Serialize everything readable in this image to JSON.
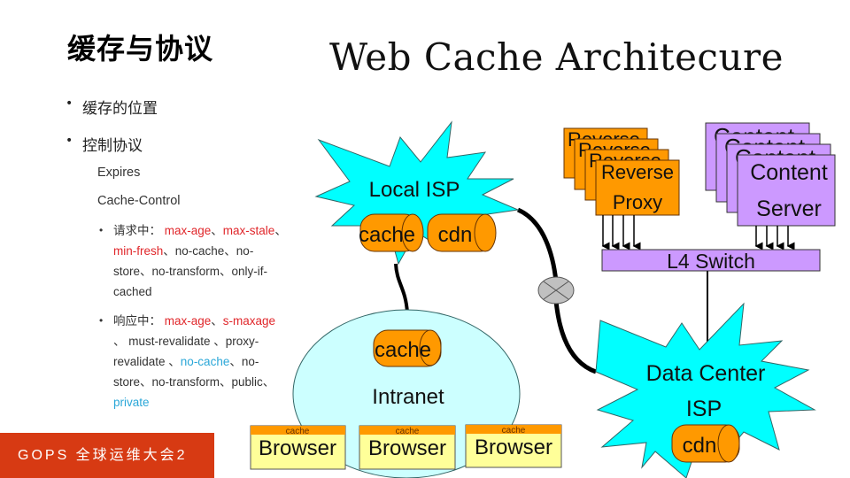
{
  "slide": {
    "title": "缓存与协议",
    "diagram_title": "Web Cache Architecure",
    "bullets": [
      {
        "label": "缓存的位置"
      },
      {
        "label": "控制协议"
      }
    ],
    "sub_items": [
      "Expires",
      "Cache-Control"
    ],
    "request": {
      "prefix": "请求中：",
      "parts": [
        {
          "text": "max-age",
          "color": "red"
        },
        {
          "text": "、",
          "color": "default"
        },
        {
          "text": "max-stale",
          "color": "red"
        },
        {
          "text": "、",
          "color": "default"
        },
        {
          "text": "min-fresh",
          "color": "red"
        },
        {
          "text": "、no-cache、no-store、no-transform、only-if-cached",
          "color": "default"
        }
      ]
    },
    "response": {
      "prefix": "响应中：",
      "parts": [
        {
          "text": "max-age",
          "color": "red"
        },
        {
          "text": "、",
          "color": "default"
        },
        {
          "text": "s-maxage",
          "color": "red"
        },
        {
          "text": " 、 must-revalidate 、proxy-revalidate 、",
          "color": "default"
        },
        {
          "text": "no-cache",
          "color": "blue"
        },
        {
          "text": "、no-store、no-transform、public、",
          "color": "default"
        },
        {
          "text": "private",
          "color": "blue"
        }
      ]
    },
    "footer": "GOPS 全球运维大会2"
  },
  "diagram": {
    "colors": {
      "cloud": "#00ffff",
      "cylinder": "#ff9900",
      "proxy": "#ff9900",
      "server": "#cc99ff",
      "switch": "#cc99ff",
      "intranet": "#ccffff",
      "browser_body": "#ffff99",
      "browser_header": "#ff9900",
      "router": "#c0c0c0"
    },
    "local_isp": {
      "label": "Local ISP",
      "cylinders": [
        "cache",
        "cdn"
      ]
    },
    "intranet": {
      "label": "Intranet",
      "cylinder": "cache"
    },
    "browsers": [
      {
        "header": "cache",
        "label": "Browser"
      },
      {
        "header": "cache",
        "label": "Browser"
      },
      {
        "header": "cache",
        "label": "Browser"
      }
    ],
    "reverse_proxy": {
      "stack_label": "Reverse",
      "label_line1": "Reverse",
      "label_line2": "Proxy"
    },
    "content_server": {
      "stack_label": "Content",
      "label_line1": "Content",
      "label_line2": "Server"
    },
    "switch": {
      "label": "L4 Switch"
    },
    "data_center": {
      "label_line1": "Data Center",
      "label_line2": "ISP",
      "cylinder": "cdn"
    }
  }
}
